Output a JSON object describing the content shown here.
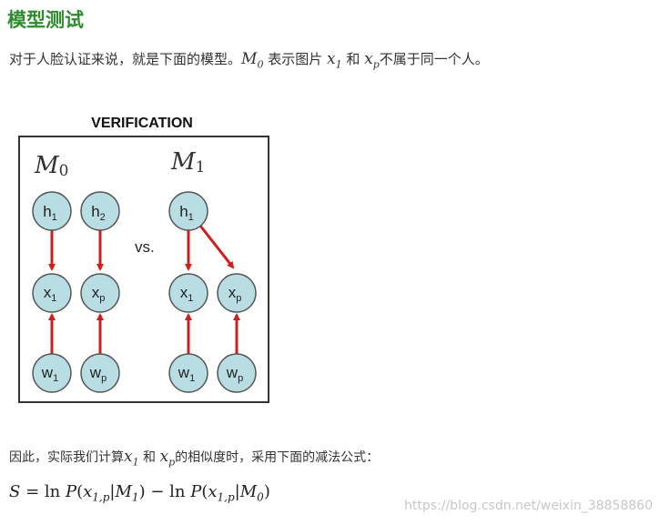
{
  "heading": "模型测试",
  "intro": {
    "before": "对于人脸认证来说，就是下面的模型。",
    "m0_base": "M",
    "m0_sub": "0",
    "middle": " 表示图片 ",
    "x1_base": "x",
    "x1_sub": "1",
    "and": " 和 ",
    "xp_base": "x",
    "xp_sub": "p",
    "after": "不属于同一个人。"
  },
  "figure": {
    "title": "VERIFICATION",
    "m0_label": "M",
    "m0_sub": "0",
    "m1_label": "M",
    "m1_sub": "1",
    "vs": "vs.",
    "nodes": {
      "h1": "h",
      "h1_sub": "1",
      "h2": "h",
      "h2_sub": "2",
      "x1": "x",
      "x1_sub": "1",
      "xp": "x",
      "xp_sub": "p",
      "w1": "w",
      "w1_sub": "1",
      "wp": "w",
      "wp_sub": "p"
    },
    "colors": {
      "node_fill": "#b8dde3",
      "node_stroke": "#555555",
      "arrow": "#cc1f1f",
      "frame": "#333333"
    }
  },
  "para2": {
    "before": "因此，实际我们计算",
    "x1_base": "x",
    "x1_sub": "1",
    "and": " 和 ",
    "xp_base": "x",
    "xp_sub": "p",
    "after": "的相似度时，采用下面的减法公式："
  },
  "formula": {
    "S": "S",
    "eq": " = ln ",
    "P1": "P",
    "open1": "(",
    "x1": "x",
    "sub1": "1,p",
    "bar1": "|",
    "M1": "M",
    "M1sub": "1",
    "close1": ")",
    "minus": " − ln ",
    "P2": "P",
    "open2": "(",
    "x2": "x",
    "sub2": "1,p",
    "bar2": "|",
    "M2": "M",
    "M2sub": "0",
    "close2": ")"
  },
  "watermark": "https://blog.csdn.net/weixin_38858860"
}
